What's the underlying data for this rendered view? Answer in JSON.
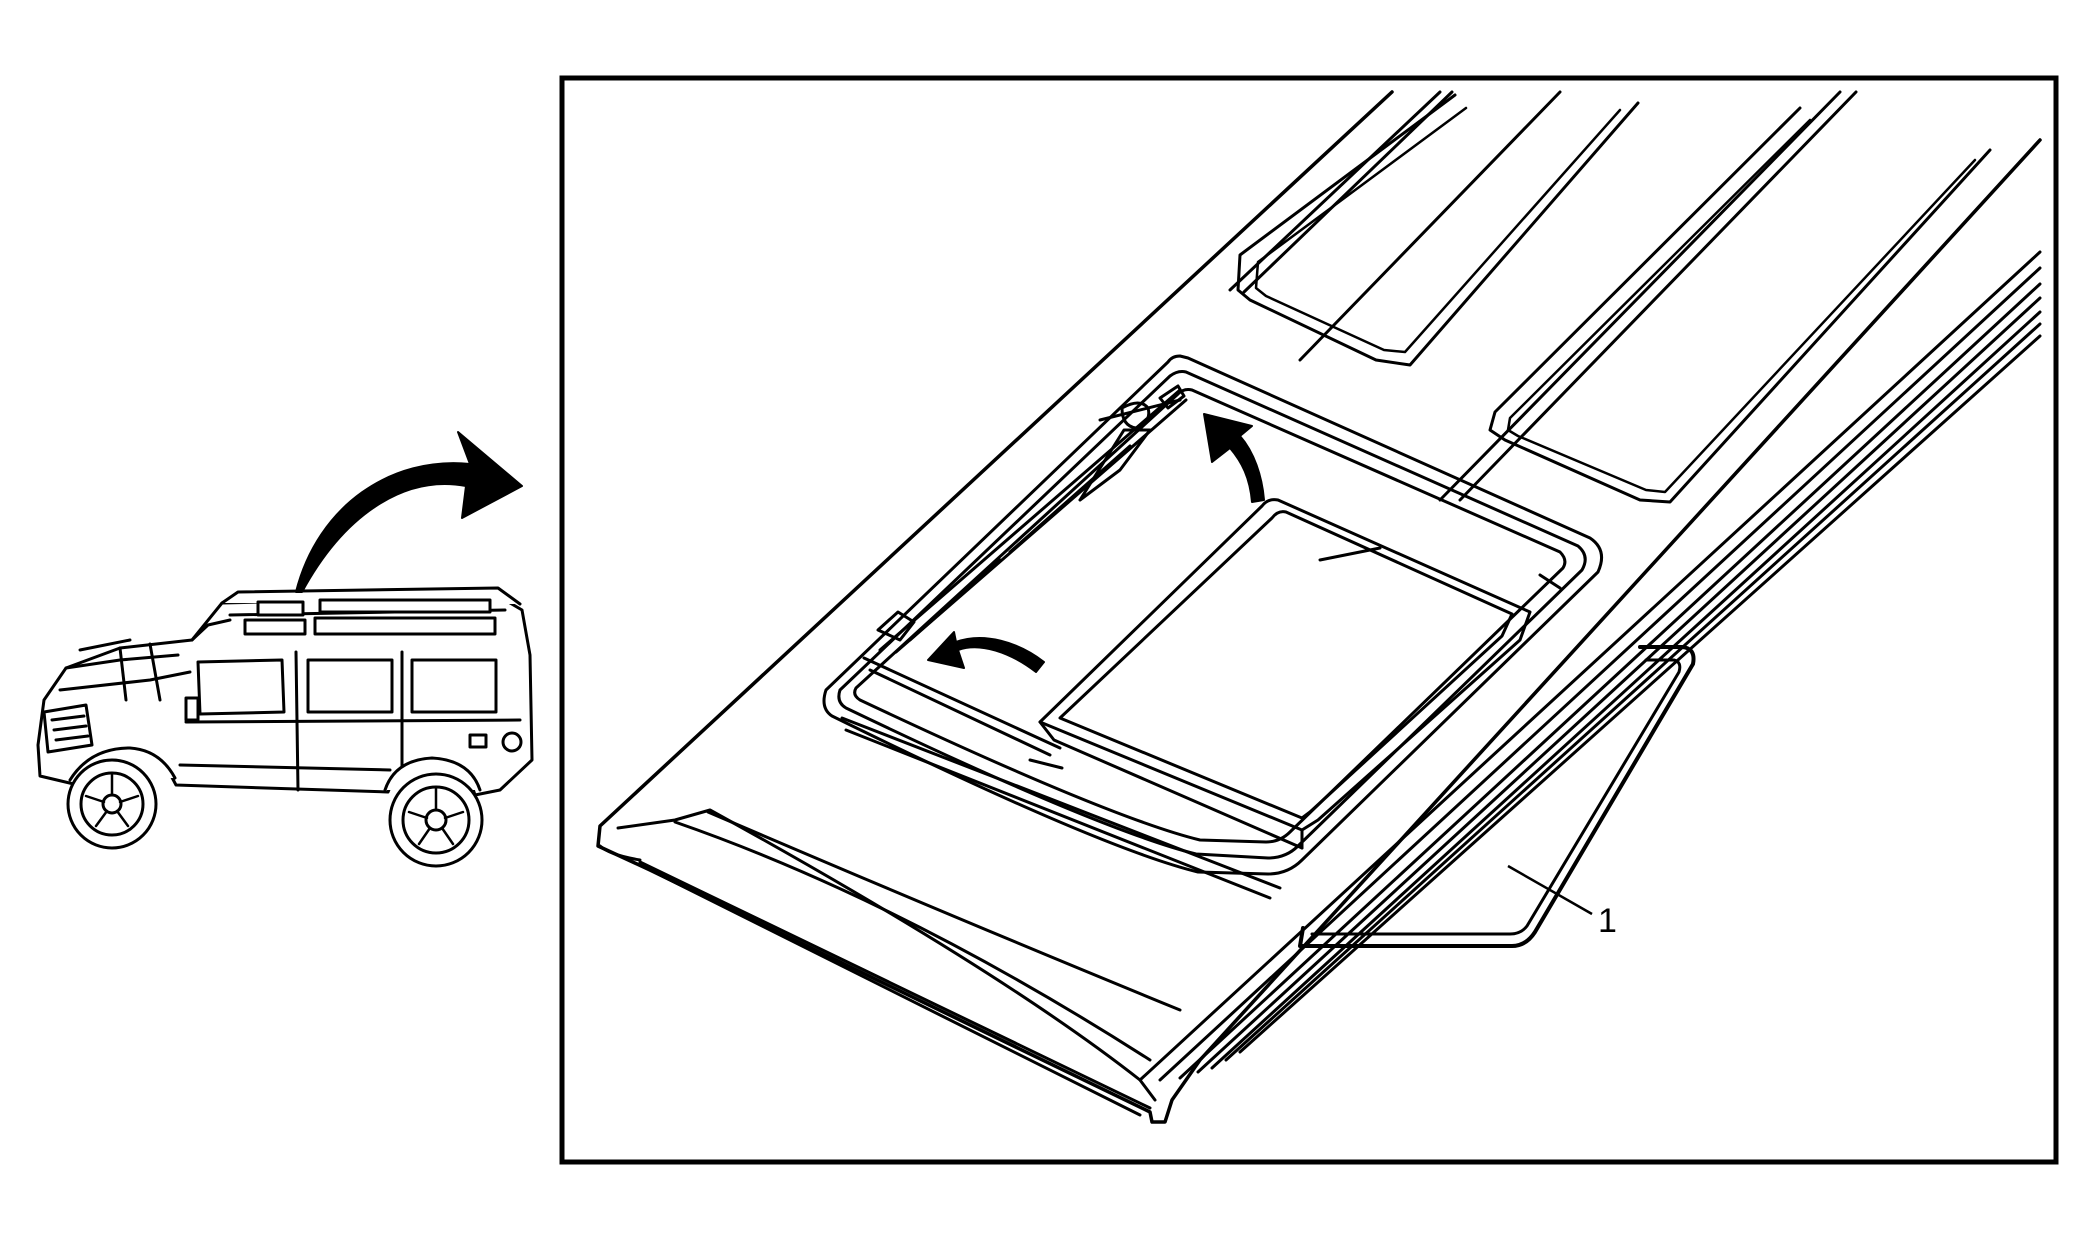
{
  "diagram": {
    "callouts": [
      {
        "id": "1",
        "label": "1",
        "target": "sunroof-glass-seal"
      }
    ],
    "icons": {
      "vehicle": "suv-vehicle-icon",
      "locator_arrow": "curved-arrow-icon",
      "motion_arrows": "curved-arrow-icon"
    },
    "colors": {
      "line": "#000000",
      "background": "#ffffff"
    }
  }
}
